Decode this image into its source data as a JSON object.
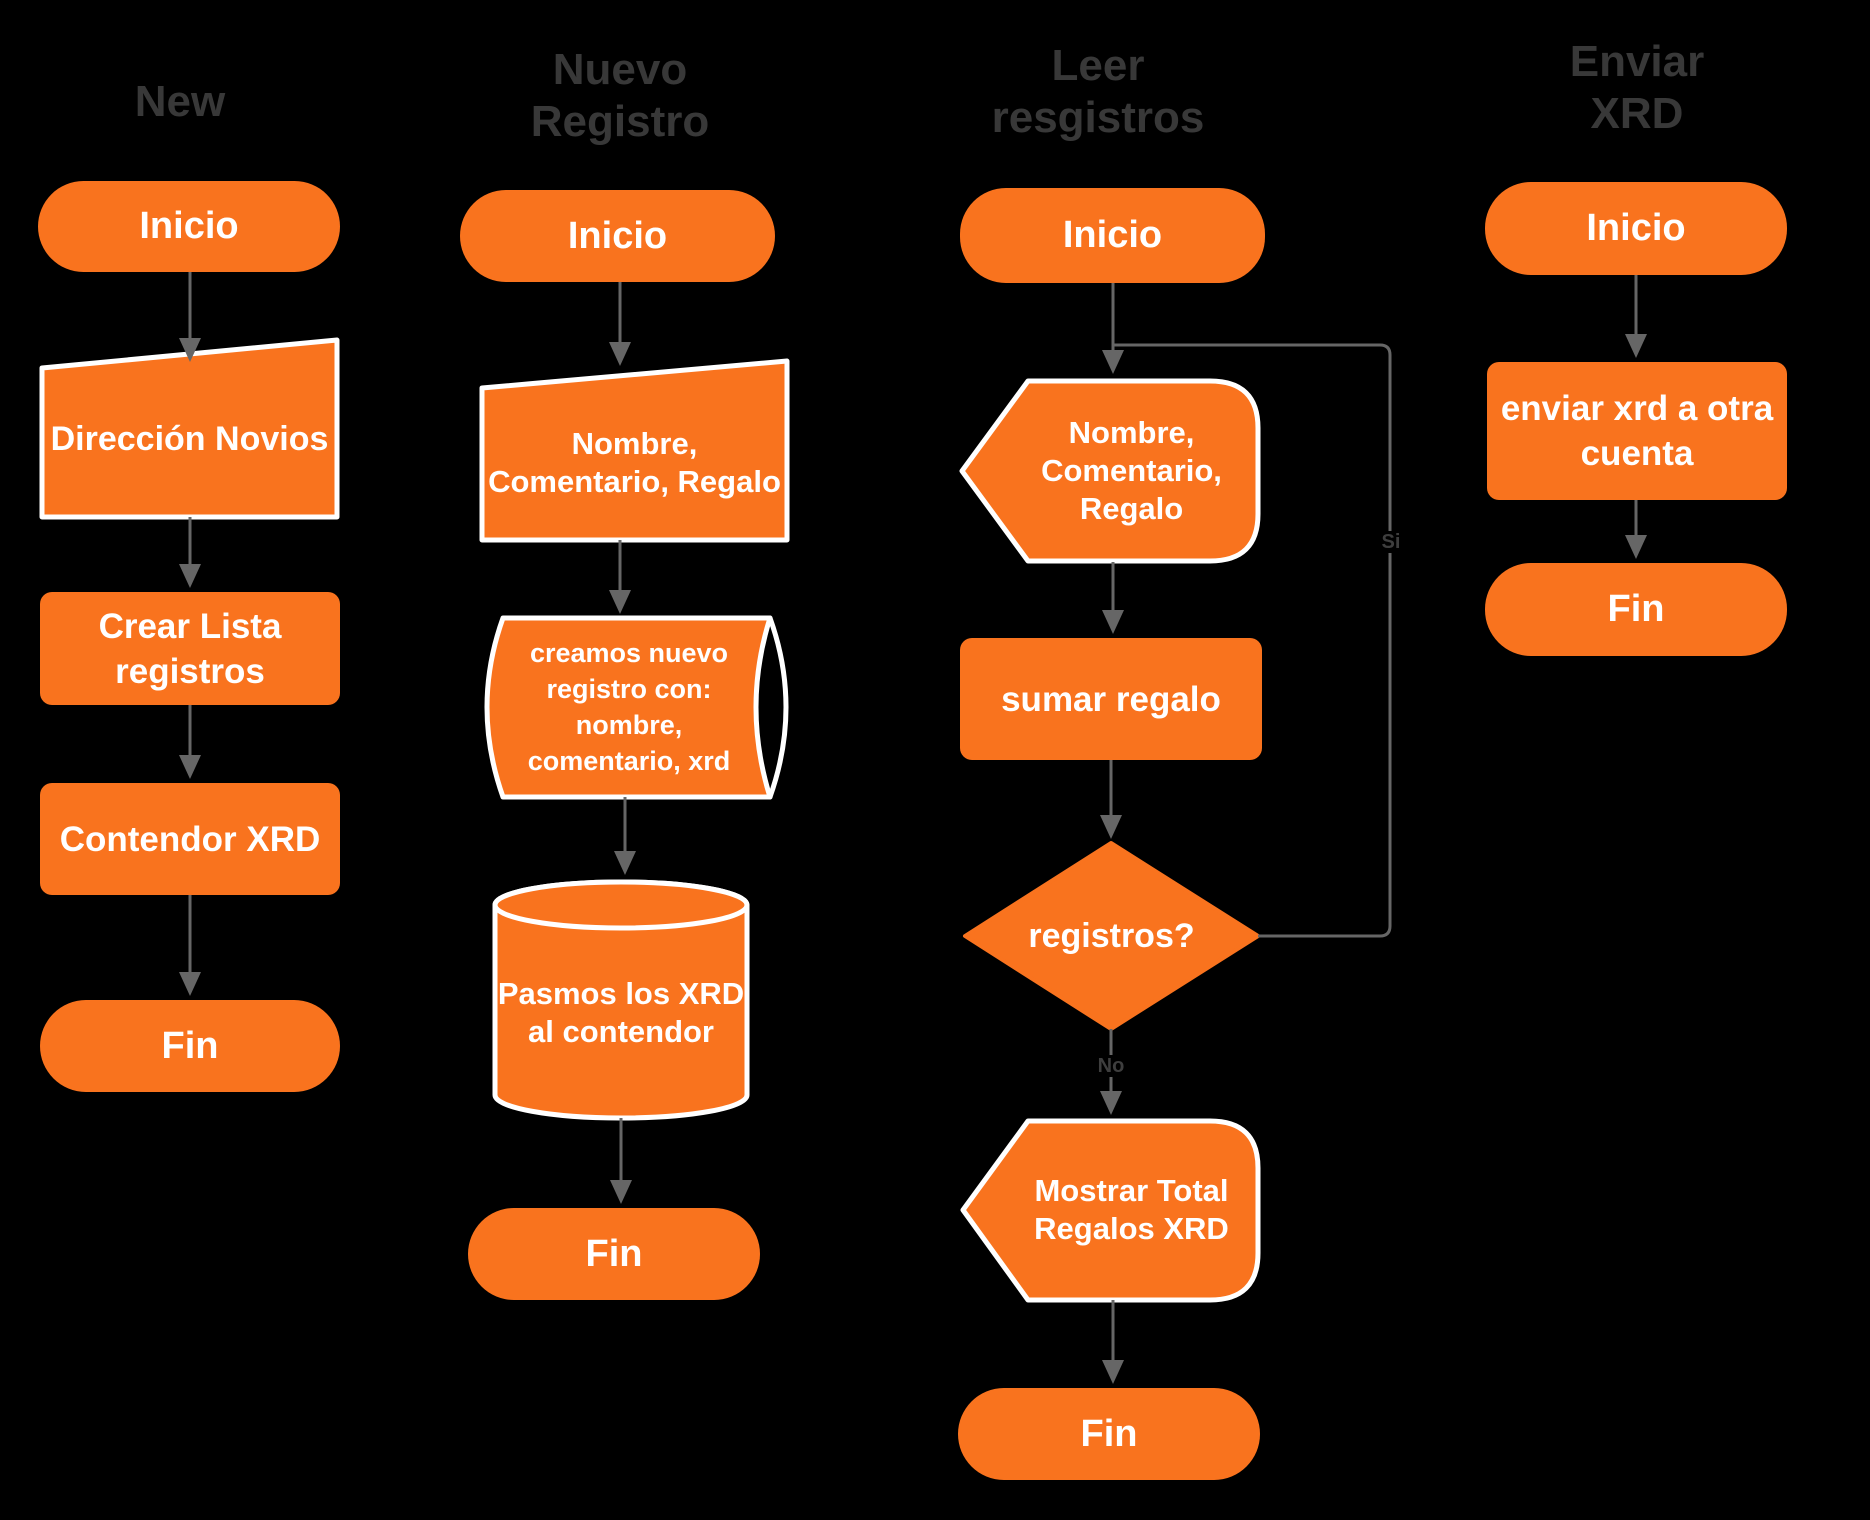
{
  "colors": {
    "background": "#000000",
    "shape_fill": "#F9731E",
    "shape_stroke": "#FFFFFF",
    "shape_text": "#FFFFFF",
    "connector": "#666666",
    "title_text": "#383838",
    "edge_label_text": "#3E3E3E"
  },
  "titles": {
    "col1": "New",
    "col2": "Nuevo\nRegistro",
    "col3": "Leer\nresgistros",
    "col4": "Enviar\nXRD"
  },
  "col1": {
    "start": "Inicio",
    "manual_input": "Dirección Novios",
    "process1": "Crear Lista\nregistros",
    "process2": "Contendor XRD",
    "end": "Fin"
  },
  "col2": {
    "start": "Inicio",
    "manual_input": "Nombre,\nComentario, Regalo",
    "stored_data": "creamos nuevo\nregistro con:\nnombre,\ncomentario, xrd",
    "database": "Pasmos los XRD\nal contendor",
    "end": "Fin"
  },
  "col3": {
    "start": "Inicio",
    "display_input": "Nombre,\nComentario, Regalo",
    "process": "sumar regalo",
    "decision": "registros?",
    "yes_label": "Si",
    "no_label": "No",
    "display_output": "Mostrar Total\nRegalos XRD",
    "end": "Fin"
  },
  "col4": {
    "start": "Inicio",
    "process": "enviar xrd a otra\ncuenta",
    "end": "Fin"
  }
}
